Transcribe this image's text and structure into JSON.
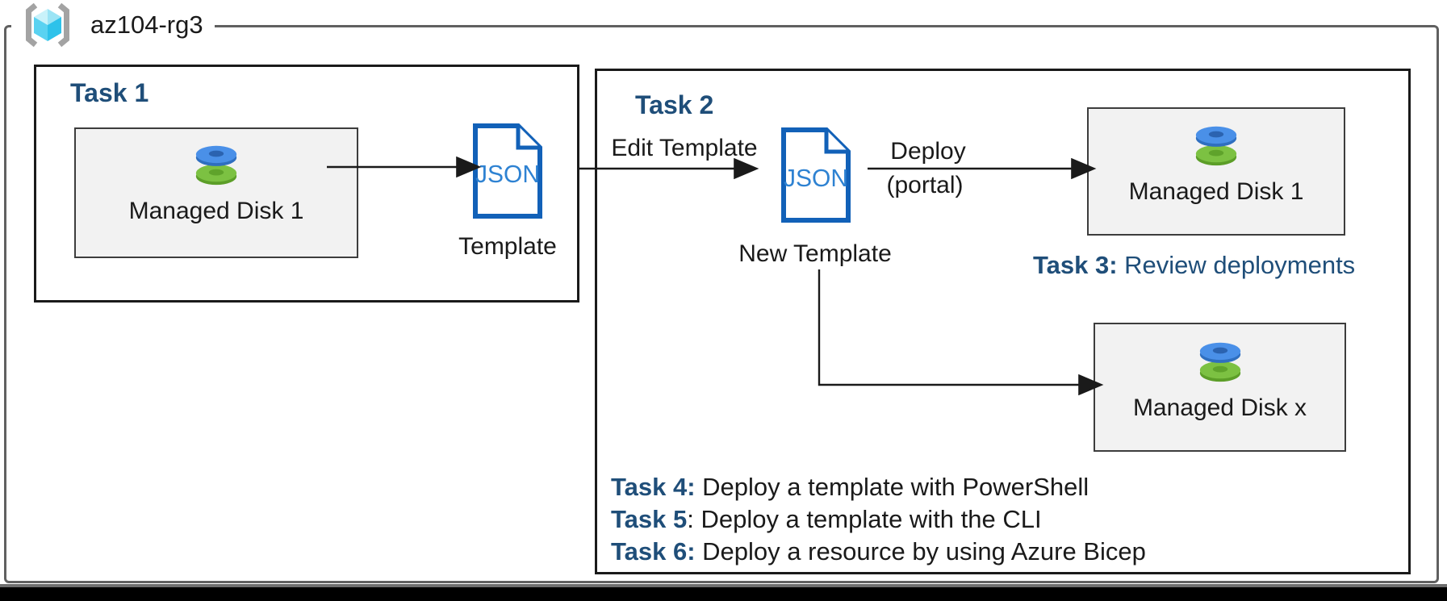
{
  "diagram": {
    "resource_group_name": "az104-rg3",
    "task1": {
      "title": "Task 1",
      "managed_disk_label": "Managed Disk 1",
      "json_label": "JSON",
      "template_label": "Template"
    },
    "task2": {
      "title": "Task 2",
      "edit_template_label": "Edit Template",
      "json_label": "JSON",
      "new_template_label": "New Template",
      "deploy_label": "Deploy",
      "deploy_sublabel": "(portal)",
      "managed_disk_1_label": "Managed Disk 1",
      "managed_disk_x_label": "Managed Disk x"
    },
    "tasks": {
      "task3": {
        "prefix": "Task 3:",
        "text": " Review deployments"
      },
      "task4": {
        "prefix": "Task 4:",
        "text": " Deploy a template with PowerShell"
      },
      "task5": {
        "prefix": "Task 5",
        "text": ": Deploy a template with the CLI"
      },
      "task6": {
        "prefix": "Task 6:",
        "text": " Deploy a resource by using Azure Bicep"
      }
    },
    "colors": {
      "task_heading": "#1F4E79",
      "frame_border": "#606060",
      "box_fill": "#F2F2F2",
      "json_outline": "#1261B8",
      "json_text": "#2E82D2",
      "disk_blue_top": "#4A90E8",
      "disk_blue_side": "#2F6FC0",
      "disk_green_top": "#7CC142",
      "disk_green_side": "#5C9E28",
      "cube_cyan": "#45C8EC",
      "arrow_color": "#1a1a1a"
    }
  }
}
